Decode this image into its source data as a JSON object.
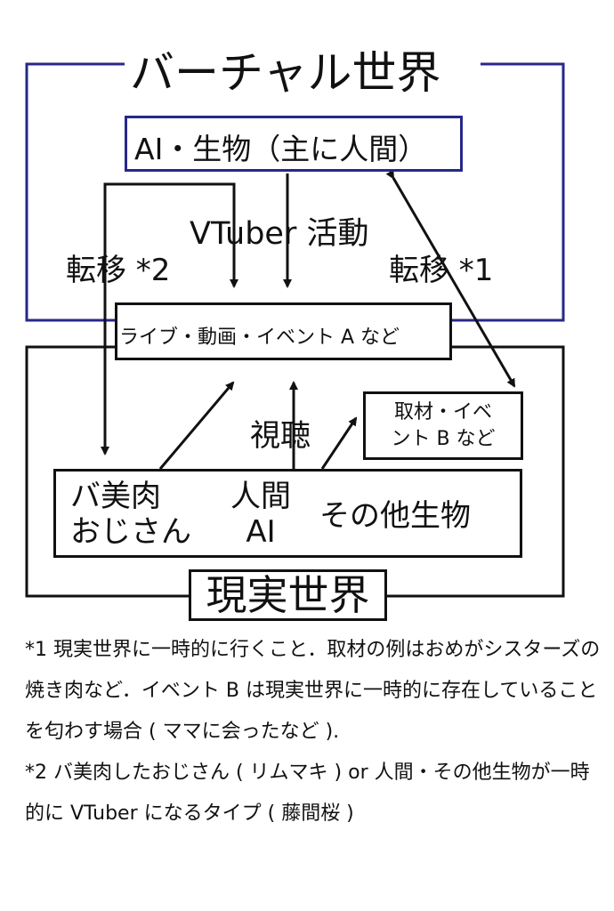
{
  "colors": {
    "virtual": "#27288a",
    "real": "#111111"
  },
  "virtual_world": {
    "title": "バーチャル世界"
  },
  "ai_box": {
    "label": "AI・生物（主に人間）"
  },
  "vtuber_label": "VTuber 活動",
  "transfer_left": "転移 *2",
  "transfer_right": "転移 *1",
  "live_box": {
    "label": "ライブ・動画・イベント A など"
  },
  "interview_box": {
    "line1": "取材・イベ",
    "line2": "ント B など"
  },
  "watch_label": "視聴",
  "bottom_box": {
    "group1_line1": "バ美肉",
    "group1_line2": "おじさん",
    "group2_line1": "人間",
    "group2_line2": "AI",
    "group3": "その他生物"
  },
  "real_world": {
    "title": "現実世界"
  },
  "notes": [
    "*1 現実世界に一時的に行くこと．取材の例はおめがシスターズの焼き肉など．イベント B は現実世界に一時的に存在していることを匂わす場合 ( ママに会ったなど ).",
    "*2 バ美肉したおじさん ( リムマキ ) or 人間・その他生物が一時的に VTuber になるタイプ ( 藤間桜 )"
  ]
}
